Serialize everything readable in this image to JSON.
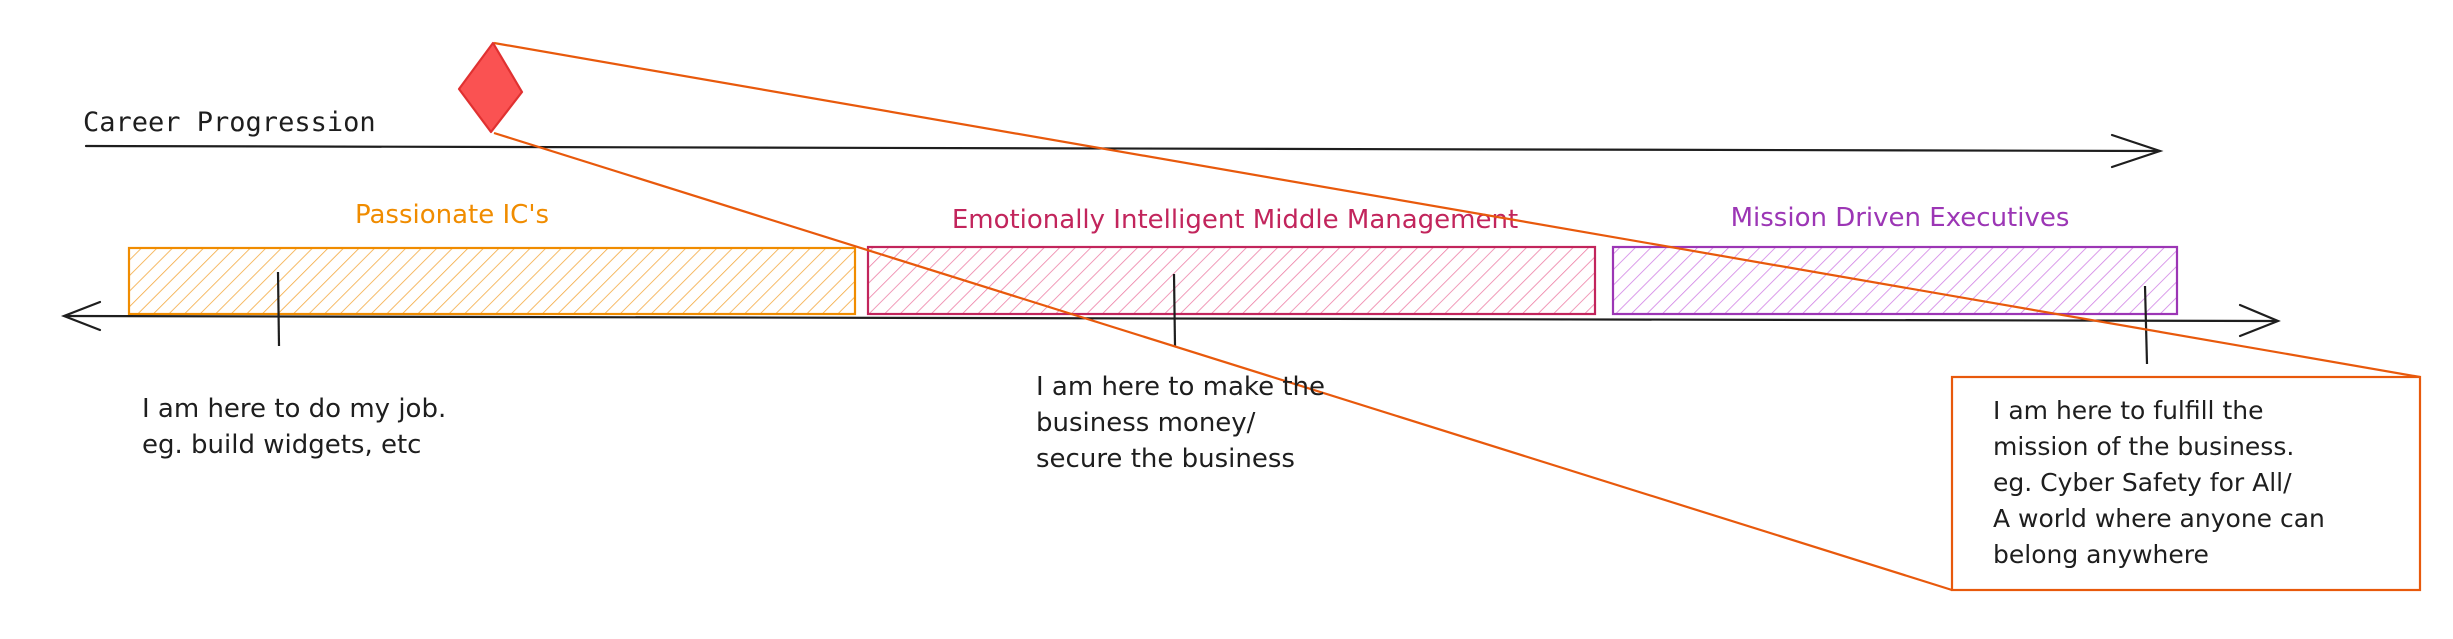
{
  "progression": {
    "label": "Career Progression"
  },
  "tiers": [
    {
      "title": "Passionate IC's",
      "color": "#f08c00",
      "description": [
        "I am here to do my job.",
        "eg. build widgets, etc"
      ]
    },
    {
      "title": "Emotionally Intelligent Middle Management",
      "color": "#c2255c",
      "description": [
        "I am here to make the",
        "business money/",
        "secure the business"
      ]
    },
    {
      "title": "Mission Driven Executives",
      "color": "#9c36b5",
      "description": [
        "I am here to fulfill the",
        "mission of the business.",
        "eg. Cyber Safety for All/",
        "A world where anyone can",
        "belong anywhere"
      ]
    }
  ],
  "colors": {
    "stroke": "#1e1e1e",
    "diamond_fill": "#fa5252",
    "diamond_stroke": "#e03131",
    "zoom_lines": "#e8590c",
    "callout_border": "#e8590c"
  },
  "icons": {
    "marker": "diamond-marker-icon"
  }
}
